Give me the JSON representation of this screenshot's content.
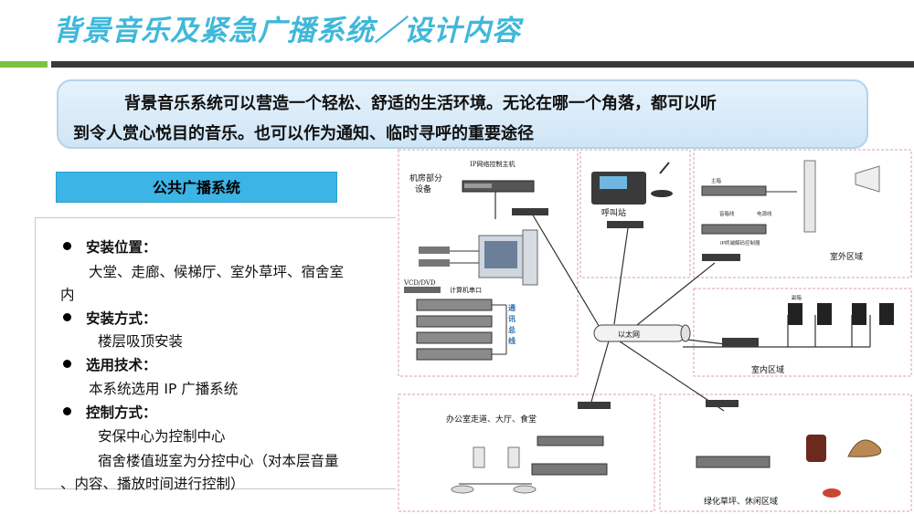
{
  "header": {
    "title": "背景音乐及紧急广播系统／设计内容"
  },
  "intro": {
    "line1": "背景音乐系统可以营造一个轻松、舒适的生活环境。无论在哪一个角落，都可以听",
    "line2": "到令人赏心悦目的音乐。也可以作为通知、临时寻呼的重要途径"
  },
  "section": {
    "title": "公共广播系统"
  },
  "details": [
    {
      "label": "安装位置：",
      "lines": [
        "大堂、走廊、候梯厅、室外草坪、宿舍室",
        "内"
      ]
    },
    {
      "label": "安装方式：",
      "lines": [
        "楼层吸顶安装"
      ]
    },
    {
      "label": "选用技术：",
      "lines": [
        "本系统选用 IP 广播系统"
      ]
    },
    {
      "label": "控制方式：",
      "lines": [
        "安保中心为控制中心",
        "宿舍楼值班室为分控中心（对本层音量",
        "、内容、播放时间进行控制）"
      ]
    }
  ],
  "diagram": {
    "machine_room": "机房部分\n设备",
    "ip_host": "IP网络控制主机",
    "call_station": "呼叫站",
    "outdoor": "室外区域",
    "indoor": "室内区域",
    "ethernet": "以太网",
    "office": "办公室走道、大厅、食堂",
    "lawn": "绿化草坪、休闲区域",
    "vcd": "VCD/DVD",
    "computer_serial": "计算机串口",
    "comm_bus": "通讯总线",
    "ip_terminal": "IP终端解码控制器",
    "speakers": "音箱线",
    "power": "电源线",
    "lbl_main": "主箱",
    "lbl_sub": "副箱"
  }
}
